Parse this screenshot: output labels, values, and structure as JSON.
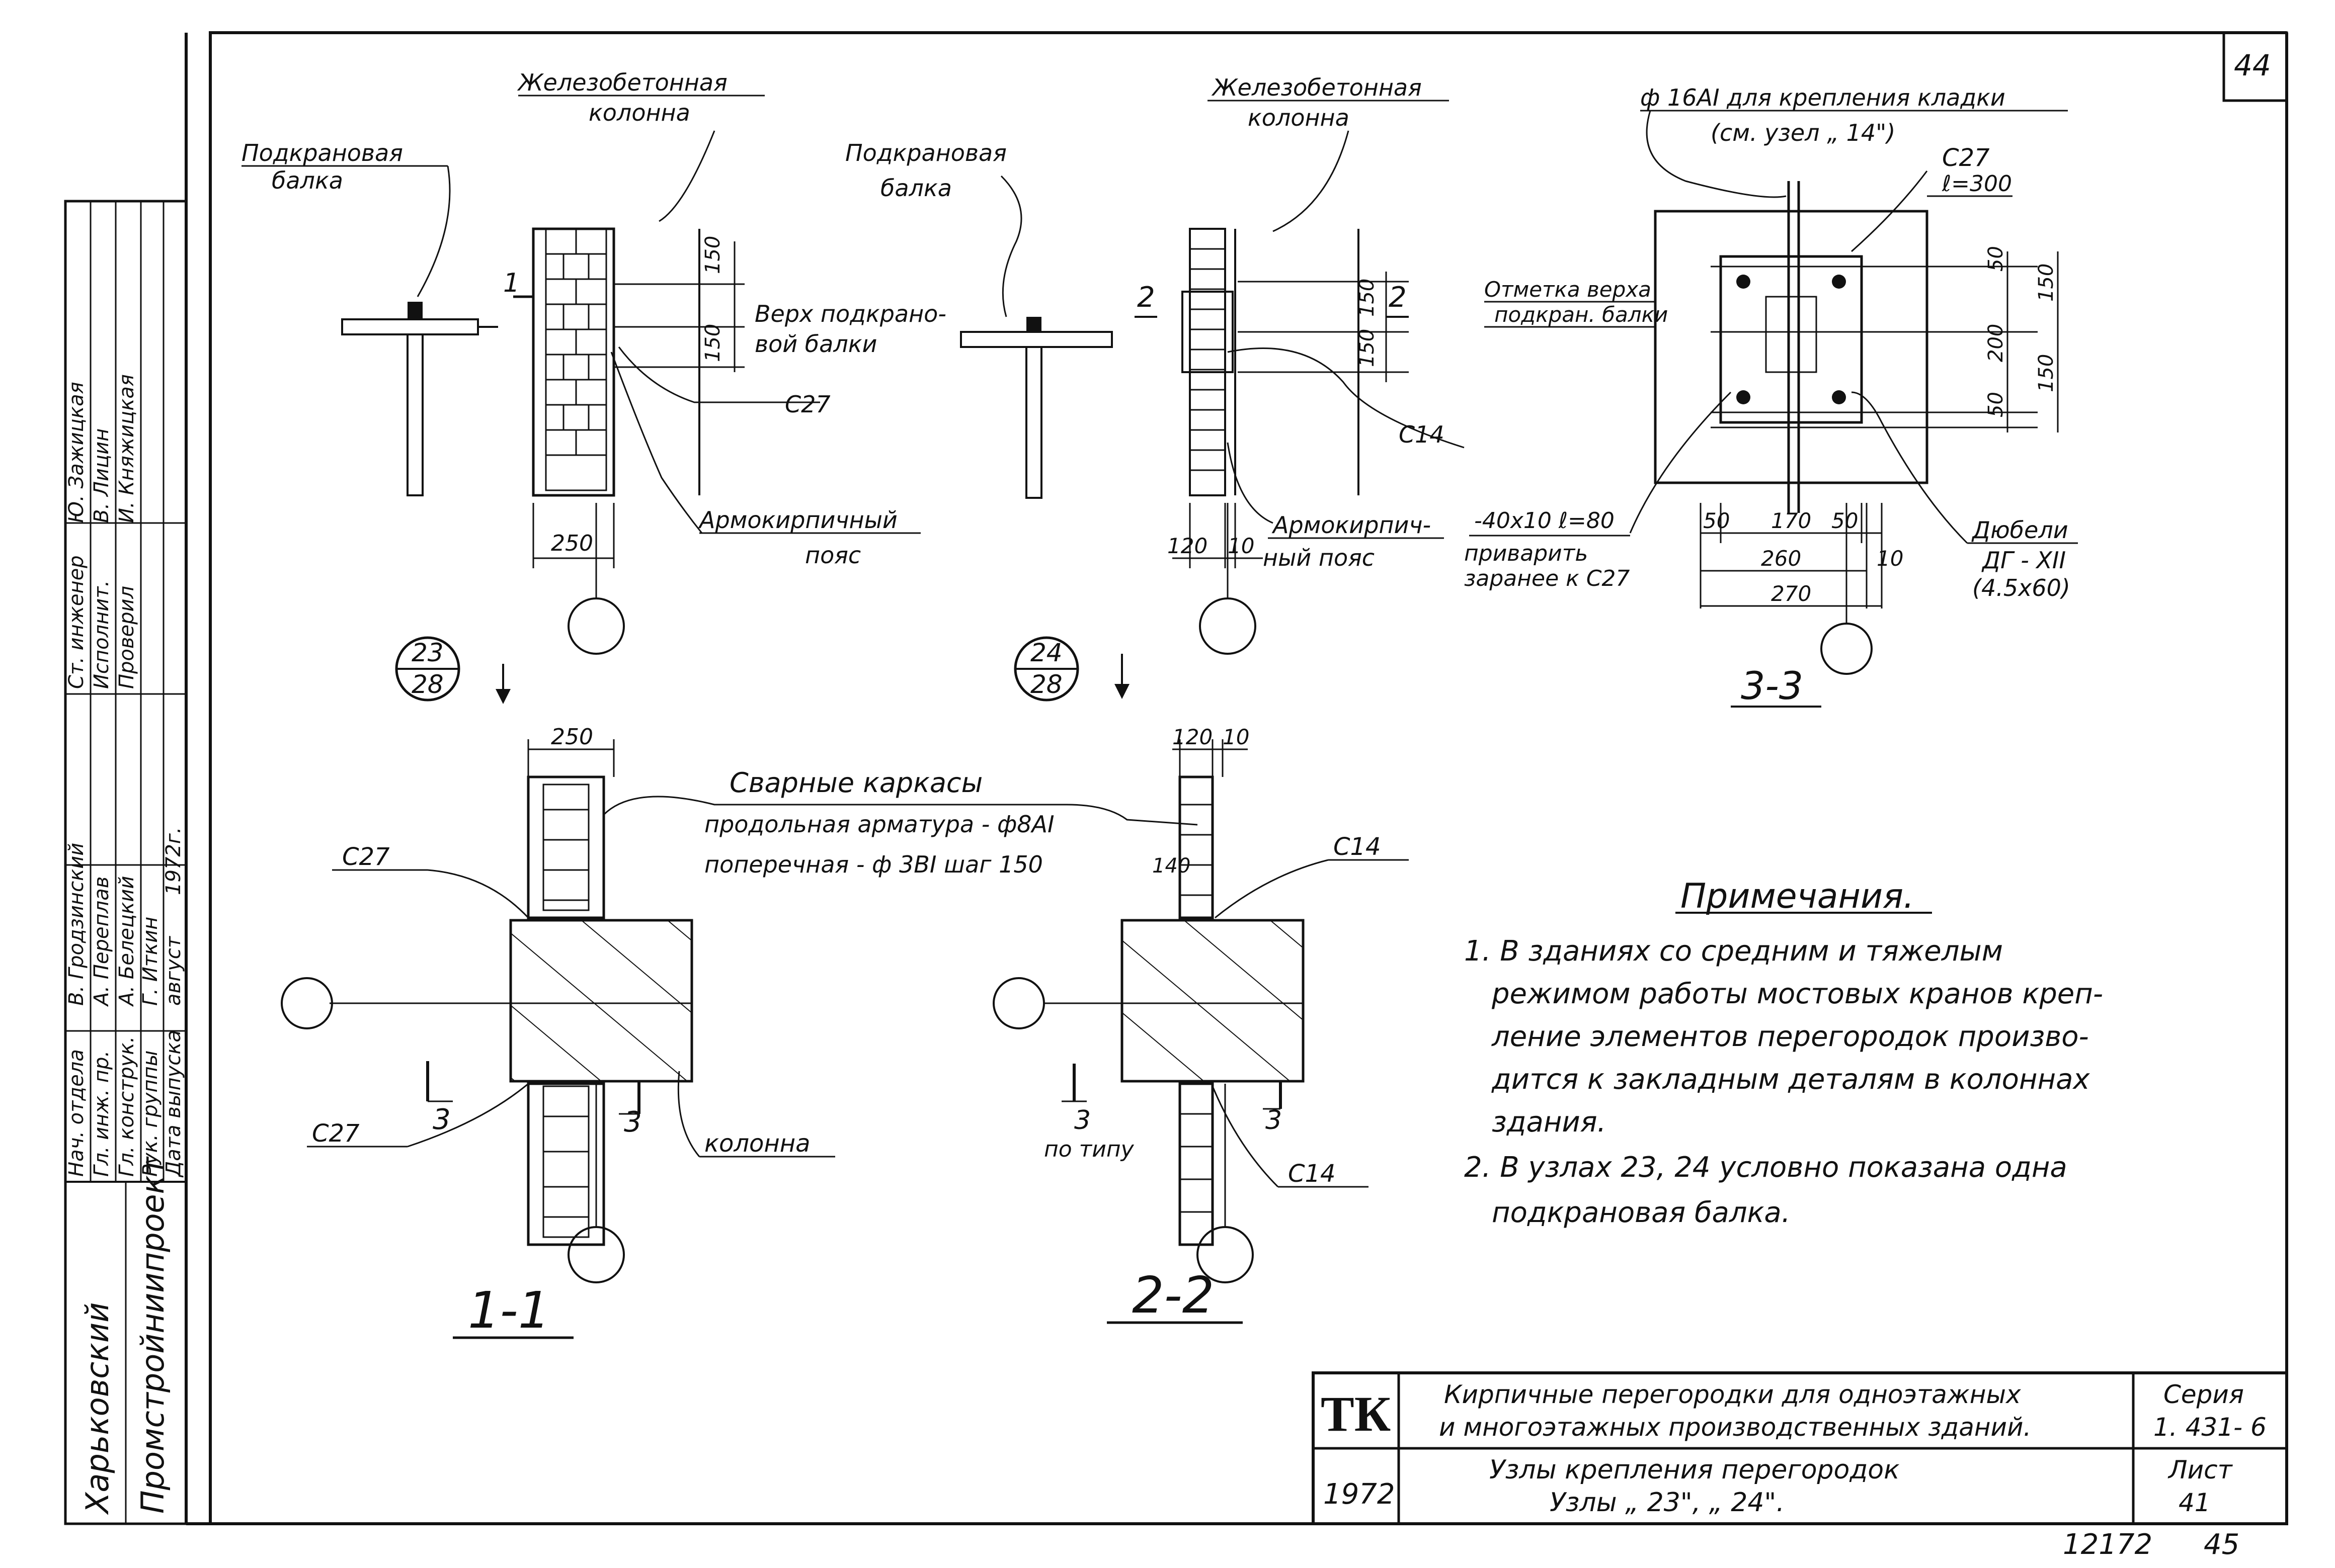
{
  "sheet": {
    "number_top_right": "44",
    "bottom_number_left": "12172",
    "bottom_number_right": "45"
  },
  "views": {
    "node23": {
      "girder_label_l1": "Подкрановая",
      "girder_label_l2": "балка",
      "column_label_l1": "Железобетонная",
      "column_label_l2": "колонна",
      "dim_150_top": "150",
      "dim_150_bottom": "150",
      "top_of_girder_l1": "Верх подкрано-",
      "top_of_girder_l2": "вой балки",
      "c27": "С27",
      "brick_belt_l1": "Армокирпичный",
      "brick_belt_l2": "пояс",
      "dim_250": "250",
      "section_mark": "1",
      "ref_num": "23",
      "ref_den": "28"
    },
    "node24": {
      "girder_label_l1": "Подкрановая",
      "girder_label_l2": "балка",
      "column_label_l1": "Железобетонная",
      "column_label_l2": "колонна",
      "dim_150_top": "150",
      "dim_150_bottom": "150",
      "section_mark": "2",
      "c14": "С14",
      "brick_belt_l1": "Армокирпич-",
      "brick_belt_l2": "ный пояс",
      "dim_120": "120",
      "dim_10": "10",
      "ref_num": "24",
      "ref_den": "28"
    },
    "section33": {
      "rod_label_l1": "ф 16АI для крепления кладки",
      "rod_label_l2": "(см. узел „ 14\")",
      "c27": "С27",
      "c27_len": "ℓ=300",
      "level_label_l1": "Отметка верха",
      "level_label_l2": "подкран. балки",
      "dim_50_a": "50",
      "dim_200": "200",
      "dim_50_b": "50",
      "dim_150_a": "150",
      "dim_150_b": "150",
      "strip_label": "-40x10 ℓ=80",
      "weld_l1": "приварить",
      "weld_l2": "заранее к С27",
      "dim_50_l": "50",
      "dim_170": "170",
      "dim_50_r": "50",
      "dim_260": "260",
      "dim_10": "10",
      "dim_270": "270",
      "dowels_l1": "Дюбели",
      "dowels_l2": "ДГ - XII",
      "dowels_l3": "(4.5х60)",
      "title": "3-3"
    },
    "section11": {
      "dim_250": "250",
      "c27_top": "С27",
      "c27_bottom": "С27",
      "cut_left": "3",
      "cut_right": "3",
      "column": "колонна",
      "title": "1-1"
    },
    "section22": {
      "dim_120": "120",
      "dim_10": "10",
      "dim_140": "140",
      "c14_top": "С14",
      "c14_bottom": "С14",
      "cut_left": "3",
      "cut_right": "3",
      "by_type": "по типу",
      "title": "2-2"
    },
    "frames_note": {
      "title": "Сварные каркасы",
      "line1": "продольная арматура - ф8АI",
      "line2": "поперечная - ф 3ВI шаг 150"
    }
  },
  "notes": {
    "heading": "Примечания.",
    "n1_l1": "1. В зданиях со средним и тяжелым",
    "n1_l2": "режимом работы мостовых кранов креп-",
    "n1_l3": "ление элементов перегородок произво-",
    "n1_l4": "дится к закладным деталям в колоннах",
    "n1_l5": "здания.",
    "n2_l1": "2. В узлах 23, 24 условно показана одна",
    "n2_l2": "подкрановая балка."
  },
  "stamp": {
    "rows": [
      {
        "role": "Нач. отдела",
        "name": "В. Гродзинский"
      },
      {
        "role": "Гл. инж. пр.",
        "name": "А. Переплав"
      },
      {
        "role": "Гл. конструк.",
        "name": "А. Белецкий"
      },
      {
        "role": "Рук. группы",
        "name": "Г. Иткин"
      }
    ],
    "issue_label": "Дата выпуска",
    "issue_month": "август",
    "issue_year": "1972г.",
    "rows2": [
      {
        "role": "Ст. инженер",
        "name": "Ю. Зажицкая"
      },
      {
        "role": "Исполнит.",
        "name": "В. Лицин"
      },
      {
        "role": "Проверил",
        "name": "И. Княжицкая"
      }
    ],
    "org_l1": "Харьковский",
    "org_l2": "Промстройниипроект"
  },
  "title_block": {
    "logo": "ТК",
    "year": "1972",
    "title_l1": "Кирпичные перегородки для одноэтажных",
    "title_l2": "и многоэтажных производственных зданий.",
    "sub_l1": "Узлы крепления перегородок",
    "sub_l2": "Узлы „ 23\", „ 24\".",
    "series_label": "Серия",
    "series_value": "1. 431- 6",
    "sheet_label": "Лист",
    "sheet_value": "41"
  }
}
